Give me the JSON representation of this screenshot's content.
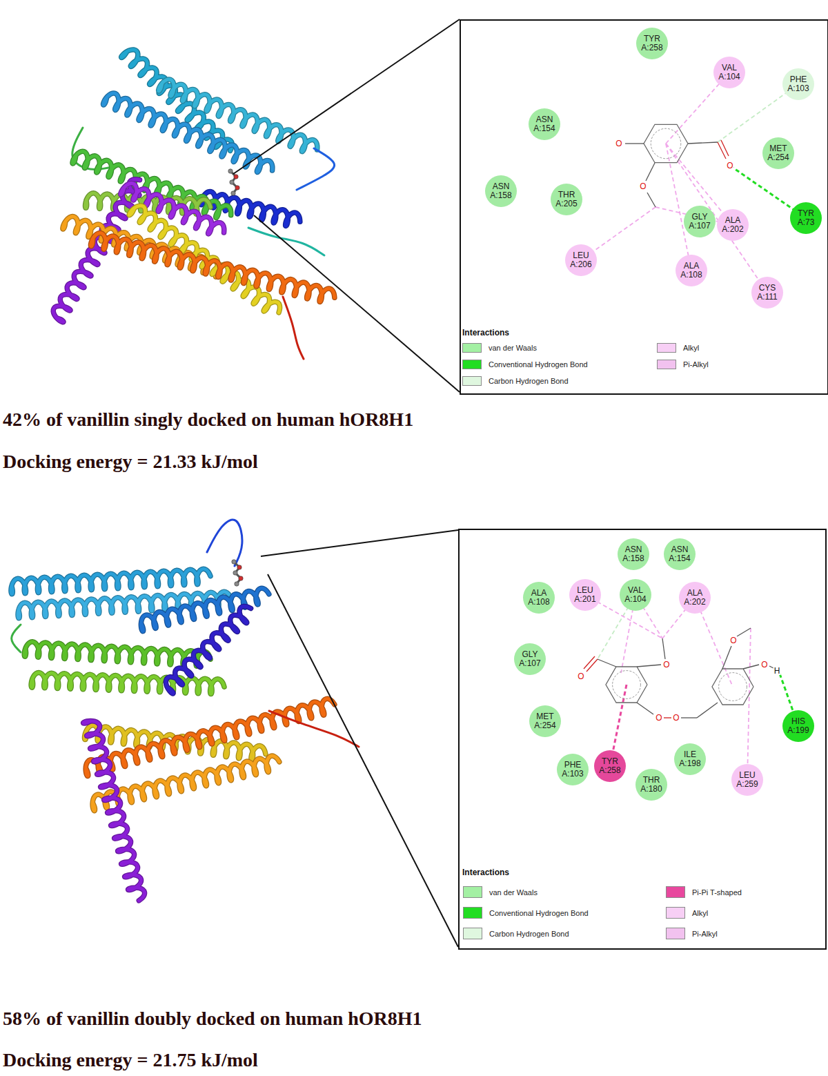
{
  "diagram": {
    "nodes": [
      {
        "text": [
          "Interactions"
        ]
      },
      {
        "text": [
          "TYR A:258"
        ],
        "in": 0
      },
      {
        "text": [
          "VAL A:104"
        ],
        "in": 0
      },
      {
        "text": [
          "PHE A:103"
        ],
        "in": 0
      },
      {
        "text": [
          "ASN A:154"
        ],
        "in": 0
      },
      {
        "text": [
          "MET A:254"
        ],
        "in": 0
      },
      {
        "text": [
          "ASN A:158"
        ],
        "in": 0
      },
      {
        "text": [
          "THR A:205"
        ],
        "in": 0
      },
      {
        "text": [
          "TYR A:73"
        ],
        "in": 0
      },
      {
        "text": [
          "GLY A:107"
        ],
        "in": 0
      },
      {
        "text": [
          "ALA A:202"
        ],
        "in": 0
      },
      {
        "text": [
          "LEU A:206"
        ],
        "in": 0
      },
      {
        "text": [
          "ALA A:108"
        ],
        "in": 0
      },
      {
        "text": [
          "CYS A:111"
        ],
        "in": 0
      },
      {
        "text": [
          "Interactions"
        ]
      },
      {
        "text": [
          "ASN A:158"
        ],
        "in": 14
      },
      {
        "text": [
          "ASN A:154"
        ],
        "in": 14
      },
      {
        "text": [
          "ALA A:108"
        ],
        "in": 14
      },
      {
        "text": [
          "LEU A:201"
        ],
        "in": 14
      },
      {
        "text": [
          "VAL A:104"
        ],
        "in": 14
      },
      {
        "text": [
          "ALA A:202"
        ],
        "in": 14
      },
      {
        "text": [
          "GLY A:107"
        ],
        "in": 14
      },
      {
        "text": [
          "MET A:254"
        ],
        "in": 14
      },
      {
        "text": [
          "PHE A:103"
        ],
        "in": 14
      },
      {
        "text": [
          "TYR A:258"
        ],
        "in": 14
      },
      {
        "text": [
          "THR A:180"
        ],
        "in": 14
      },
      {
        "text": [
          "ILE A:198"
        ],
        "in": 14
      },
      {
        "text": [
          "HIS A:199"
        ],
        "in": 14
      },
      {
        "text": [
          "LEU A:259"
        ],
        "in": 14
      }
    ],
    "labels": [
      "O",
      "O",
      "O",
      "42% of vanillin singly docked on human hOR8H1",
      "Docking energy = 21.33 kJ/mol",
      "O",
      "O",
      "O",
      "O",
      "O",
      "O",
      "H",
      "58% of vanillin doubly docked on human hOR8H1",
      "Docking energy = 21.75 kJ/mol"
    ],
    "legend": [
      {
        "text": "van der Waals",
        "color": "#a3f0a3"
      },
      {
        "text": "Conventional Hydrogen Bond",
        "color": "#22dd22"
      },
      {
        "text": "Carbon Hydrogen Bond",
        "color": "#dff7df"
      },
      {
        "text": "Alkyl",
        "color": "#f7cff5"
      },
      {
        "text": "Pi-Alkyl",
        "color": "#f2c2ef"
      },
      {
        "text": "van der Waals",
        "color": "#a3f0a3"
      },
      {
        "text": "Conventional Hydrogen Bond",
        "color": "#22dd22"
      },
      {
        "text": "Carbon Hydrogen Bond",
        "color": "#dff7df"
      },
      {
        "text": "Pi-Pi T-shaped",
        "color": "#e8489e"
      },
      {
        "text": "Alkyl",
        "color": "#f7cff5"
      },
      {
        "text": "Pi-Alkyl",
        "color": "#f2c2ef"
      }
    ]
  }
}
